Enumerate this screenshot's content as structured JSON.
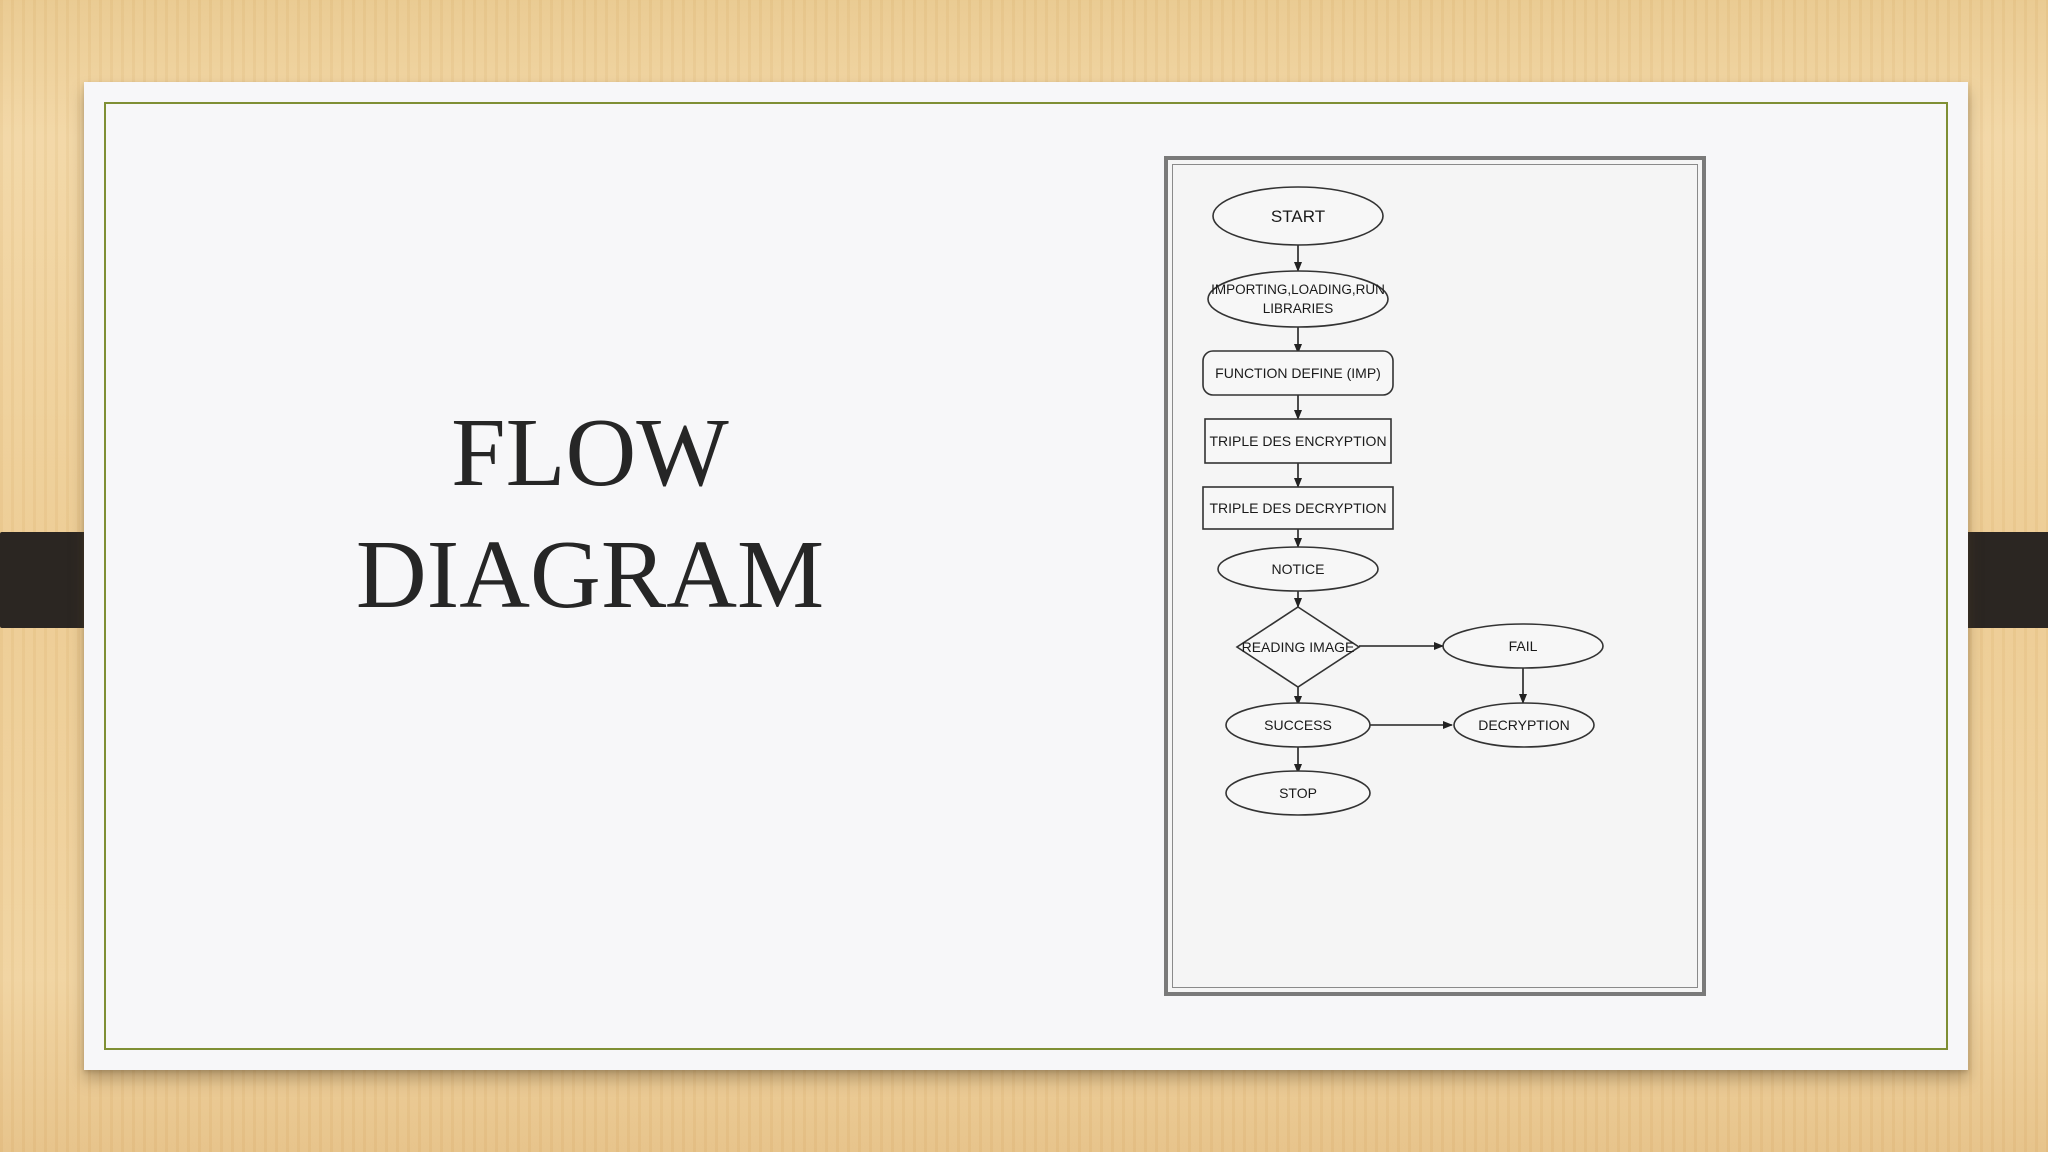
{
  "title": {
    "line1": "FLOW",
    "line2": "DIAGRAM"
  },
  "flowchart": {
    "start": "START",
    "importing_line1": "IMPORTING,LOADING,RUN",
    "importing_line2": "LIBRARIES",
    "function_define": "FUNCTION DEFINE (IMP)",
    "encryption": "TRIPLE DES ENCRYPTION",
    "decryption_step": "TRIPLE DES DECRYPTION",
    "notice": "NOTICE",
    "reading_image": "READING IMAGE",
    "fail": "FAIL",
    "success": "SUCCESS",
    "decryption": "DECRYPTION",
    "stop": "STOP"
  }
}
